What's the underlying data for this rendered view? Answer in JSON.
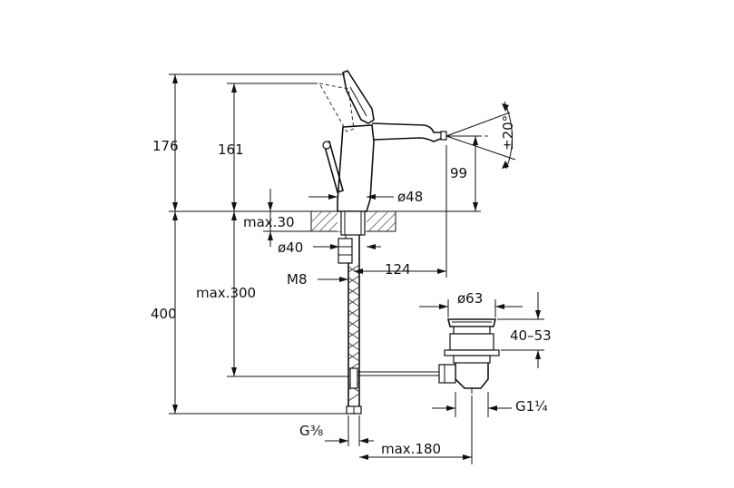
{
  "dimensions": {
    "d176": "176",
    "d161": "161",
    "d400": "400",
    "max300": "max.300",
    "max30": "max.30",
    "dia40": "ø40",
    "dia48": "ø48",
    "m8": "M8",
    "d124": "124",
    "d99": "99",
    "angle": "±20°",
    "dia63": "ø63",
    "range": "40–53",
    "g114_main": "G1",
    "g114_frac": "¼",
    "g38_main": "G",
    "g38_frac": "⅜",
    "max180": "max.180"
  }
}
